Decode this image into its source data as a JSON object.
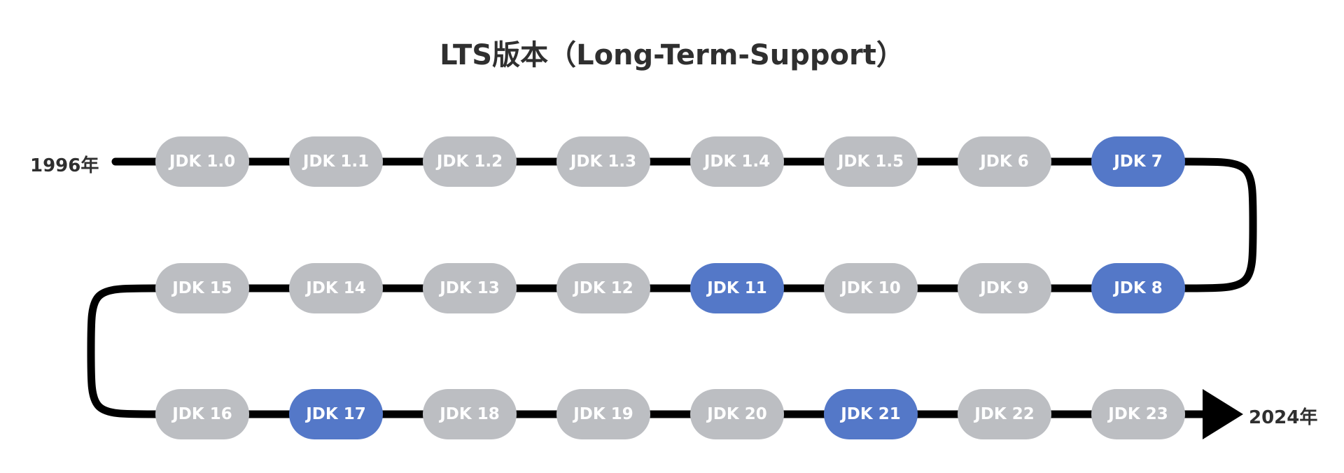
{
  "title": "LTS版本（Long-Term-Support）",
  "start_label": "1996年",
  "end_label": "2024年",
  "colors": {
    "lts": "#5478c8",
    "regular": "#bcbec2",
    "line": "#000000"
  },
  "rows": [
    [
      {
        "label": "JDK 1.0",
        "lts": false
      },
      {
        "label": "JDK 1.1",
        "lts": false
      },
      {
        "label": "JDK 1.2",
        "lts": false
      },
      {
        "label": "JDK 1.3",
        "lts": false
      },
      {
        "label": "JDK 1.4",
        "lts": false
      },
      {
        "label": "JDK 1.5",
        "lts": false
      },
      {
        "label": "JDK 6",
        "lts": false
      },
      {
        "label": "JDK 7",
        "lts": true
      }
    ],
    [
      {
        "label": "JDK 15",
        "lts": false
      },
      {
        "label": "JDK 14",
        "lts": false
      },
      {
        "label": "JDK 13",
        "lts": false
      },
      {
        "label": "JDK 12",
        "lts": false
      },
      {
        "label": "JDK 11",
        "lts": true
      },
      {
        "label": "JDK 10",
        "lts": false
      },
      {
        "label": "JDK 9",
        "lts": false
      },
      {
        "label": "JDK 8",
        "lts": true
      }
    ],
    [
      {
        "label": "JDK 16",
        "lts": false
      },
      {
        "label": "JDK 17",
        "lts": true
      },
      {
        "label": "JDK 18",
        "lts": false
      },
      {
        "label": "JDK 19",
        "lts": false
      },
      {
        "label": "JDK 20",
        "lts": false
      },
      {
        "label": "JDK 21",
        "lts": true
      },
      {
        "label": "JDK 22",
        "lts": false
      },
      {
        "label": "JDK 23",
        "lts": false
      }
    ]
  ]
}
